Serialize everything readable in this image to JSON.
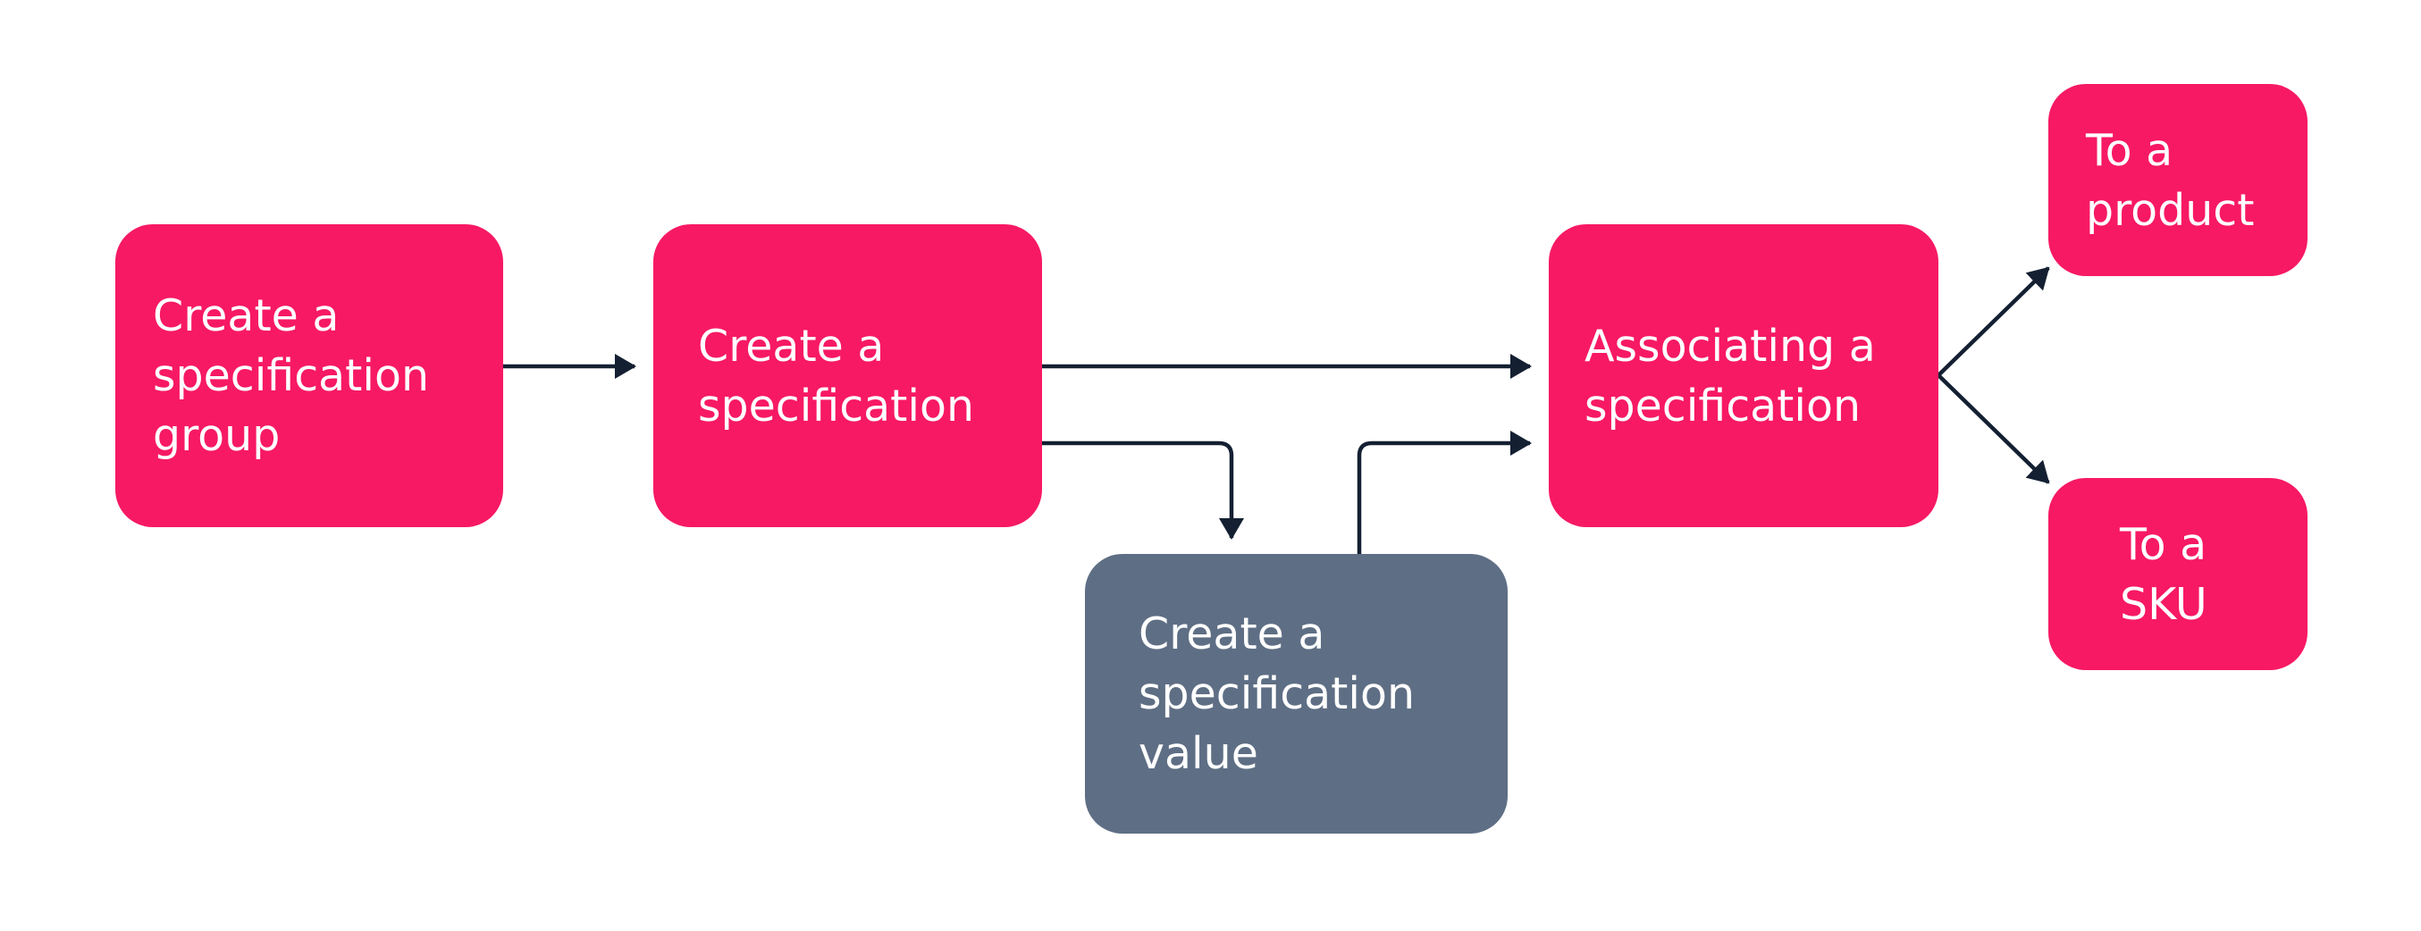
{
  "colors": {
    "primary_box": "#f71963",
    "secondary_box": "#5e6e84",
    "box_text": "#ffffff",
    "arrow": "#142032",
    "background": "#ffffff"
  },
  "nodes": {
    "spec_group": {
      "lines": [
        "Create a",
        "specification",
        "group"
      ]
    },
    "spec": {
      "lines": [
        "Create a",
        "specification"
      ]
    },
    "spec_value": {
      "lines": [
        "Create a",
        "specification",
        "value"
      ]
    },
    "associating": {
      "lines": [
        "Associating a",
        "specification"
      ]
    },
    "to_product": {
      "lines": [
        "To a",
        "product"
      ]
    },
    "to_sku": {
      "lines": [
        "To a",
        "SKU"
      ]
    }
  },
  "edges": [
    {
      "from": "spec_group",
      "to": "spec"
    },
    {
      "from": "spec",
      "to": "associating"
    },
    {
      "from": "spec",
      "to": "spec_value"
    },
    {
      "from": "spec_value",
      "to": "associating"
    },
    {
      "from": "associating",
      "to": "to_product"
    },
    {
      "from": "associating",
      "to": "to_sku"
    }
  ]
}
